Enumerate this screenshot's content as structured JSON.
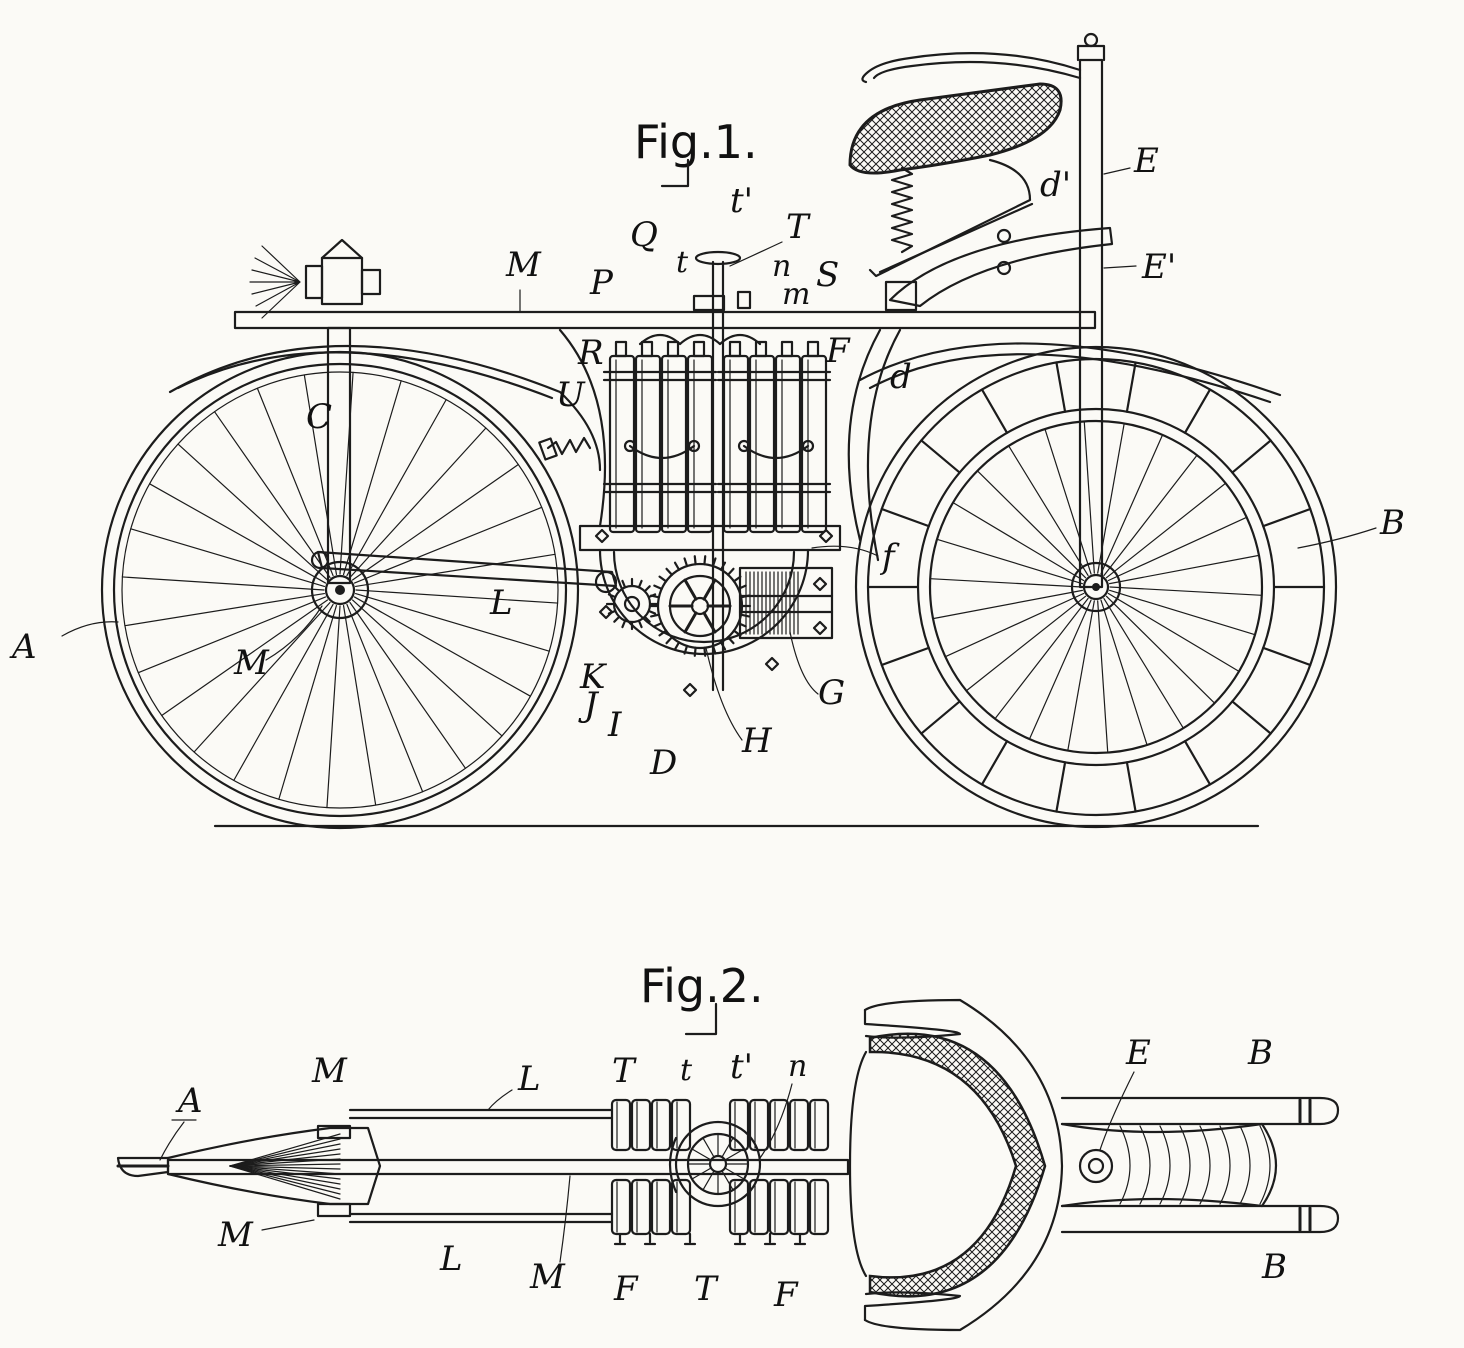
{
  "figure_1": {
    "title": "Fig.1.",
    "refs": {
      "A": "A",
      "B": "B",
      "C": "C",
      "D": "D",
      "d": "d",
      "d_prime": "d'",
      "E": "E",
      "E_prime": "E'",
      "F": "F",
      "f": "f",
      "G": "G",
      "H": "H",
      "I": "I",
      "J": "J",
      "K": "K",
      "L": "L",
      "M_top": "M",
      "M_hub": "M",
      "m": "m",
      "n": "n",
      "P": "P",
      "Q": "Q",
      "R": "R",
      "S": "S",
      "T": "T",
      "t": "t",
      "t_prime": "t'",
      "U": "U"
    }
  },
  "figure_2": {
    "title": "Fig.2.",
    "refs": {
      "A": "A",
      "B_upper": "B",
      "B_lower": "B",
      "E": "E",
      "M_top": "M",
      "M_mid": "M",
      "M_low": "M",
      "L_upper": "L",
      "L_lower": "L",
      "T_upper": "T",
      "T_lower": "T",
      "t": "t",
      "t_prime": "t'",
      "n": "n",
      "F_left": "F",
      "F_right": "F"
    }
  },
  "icons": [
    "headlamp-icon",
    "saddle-icon",
    "spring-icon",
    "gear-icon",
    "battery-cell-icon"
  ]
}
